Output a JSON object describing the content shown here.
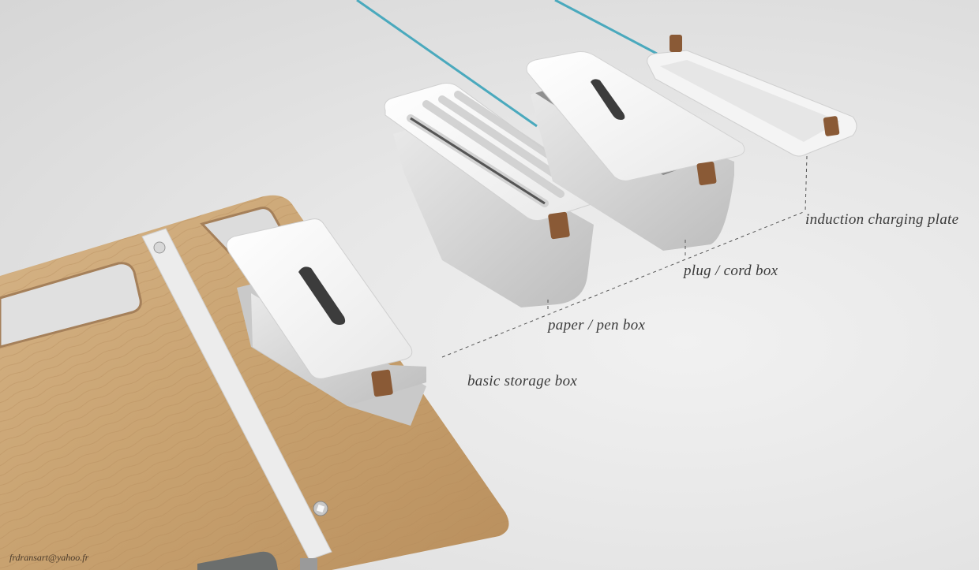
{
  "image": {
    "description": "Exploded product render of a modular desk organizer system inserted into a wooden desk top",
    "background_color": "#e4e4e4",
    "accent_colors": {
      "wood": "#c9a476",
      "cable_teal": "#4aa9bd",
      "box_white": "#f2f2f2",
      "leather_tab": "#8a5a36",
      "felt_gray": "#6b6e6d",
      "leader_line": "#555555"
    }
  },
  "labels": {
    "induction": "induction charging plate",
    "plug_cord": "plug / cord box",
    "paper_pen": "paper / pen box",
    "basic": "basic storage box"
  },
  "credit": "frdransart@yahoo.fr"
}
